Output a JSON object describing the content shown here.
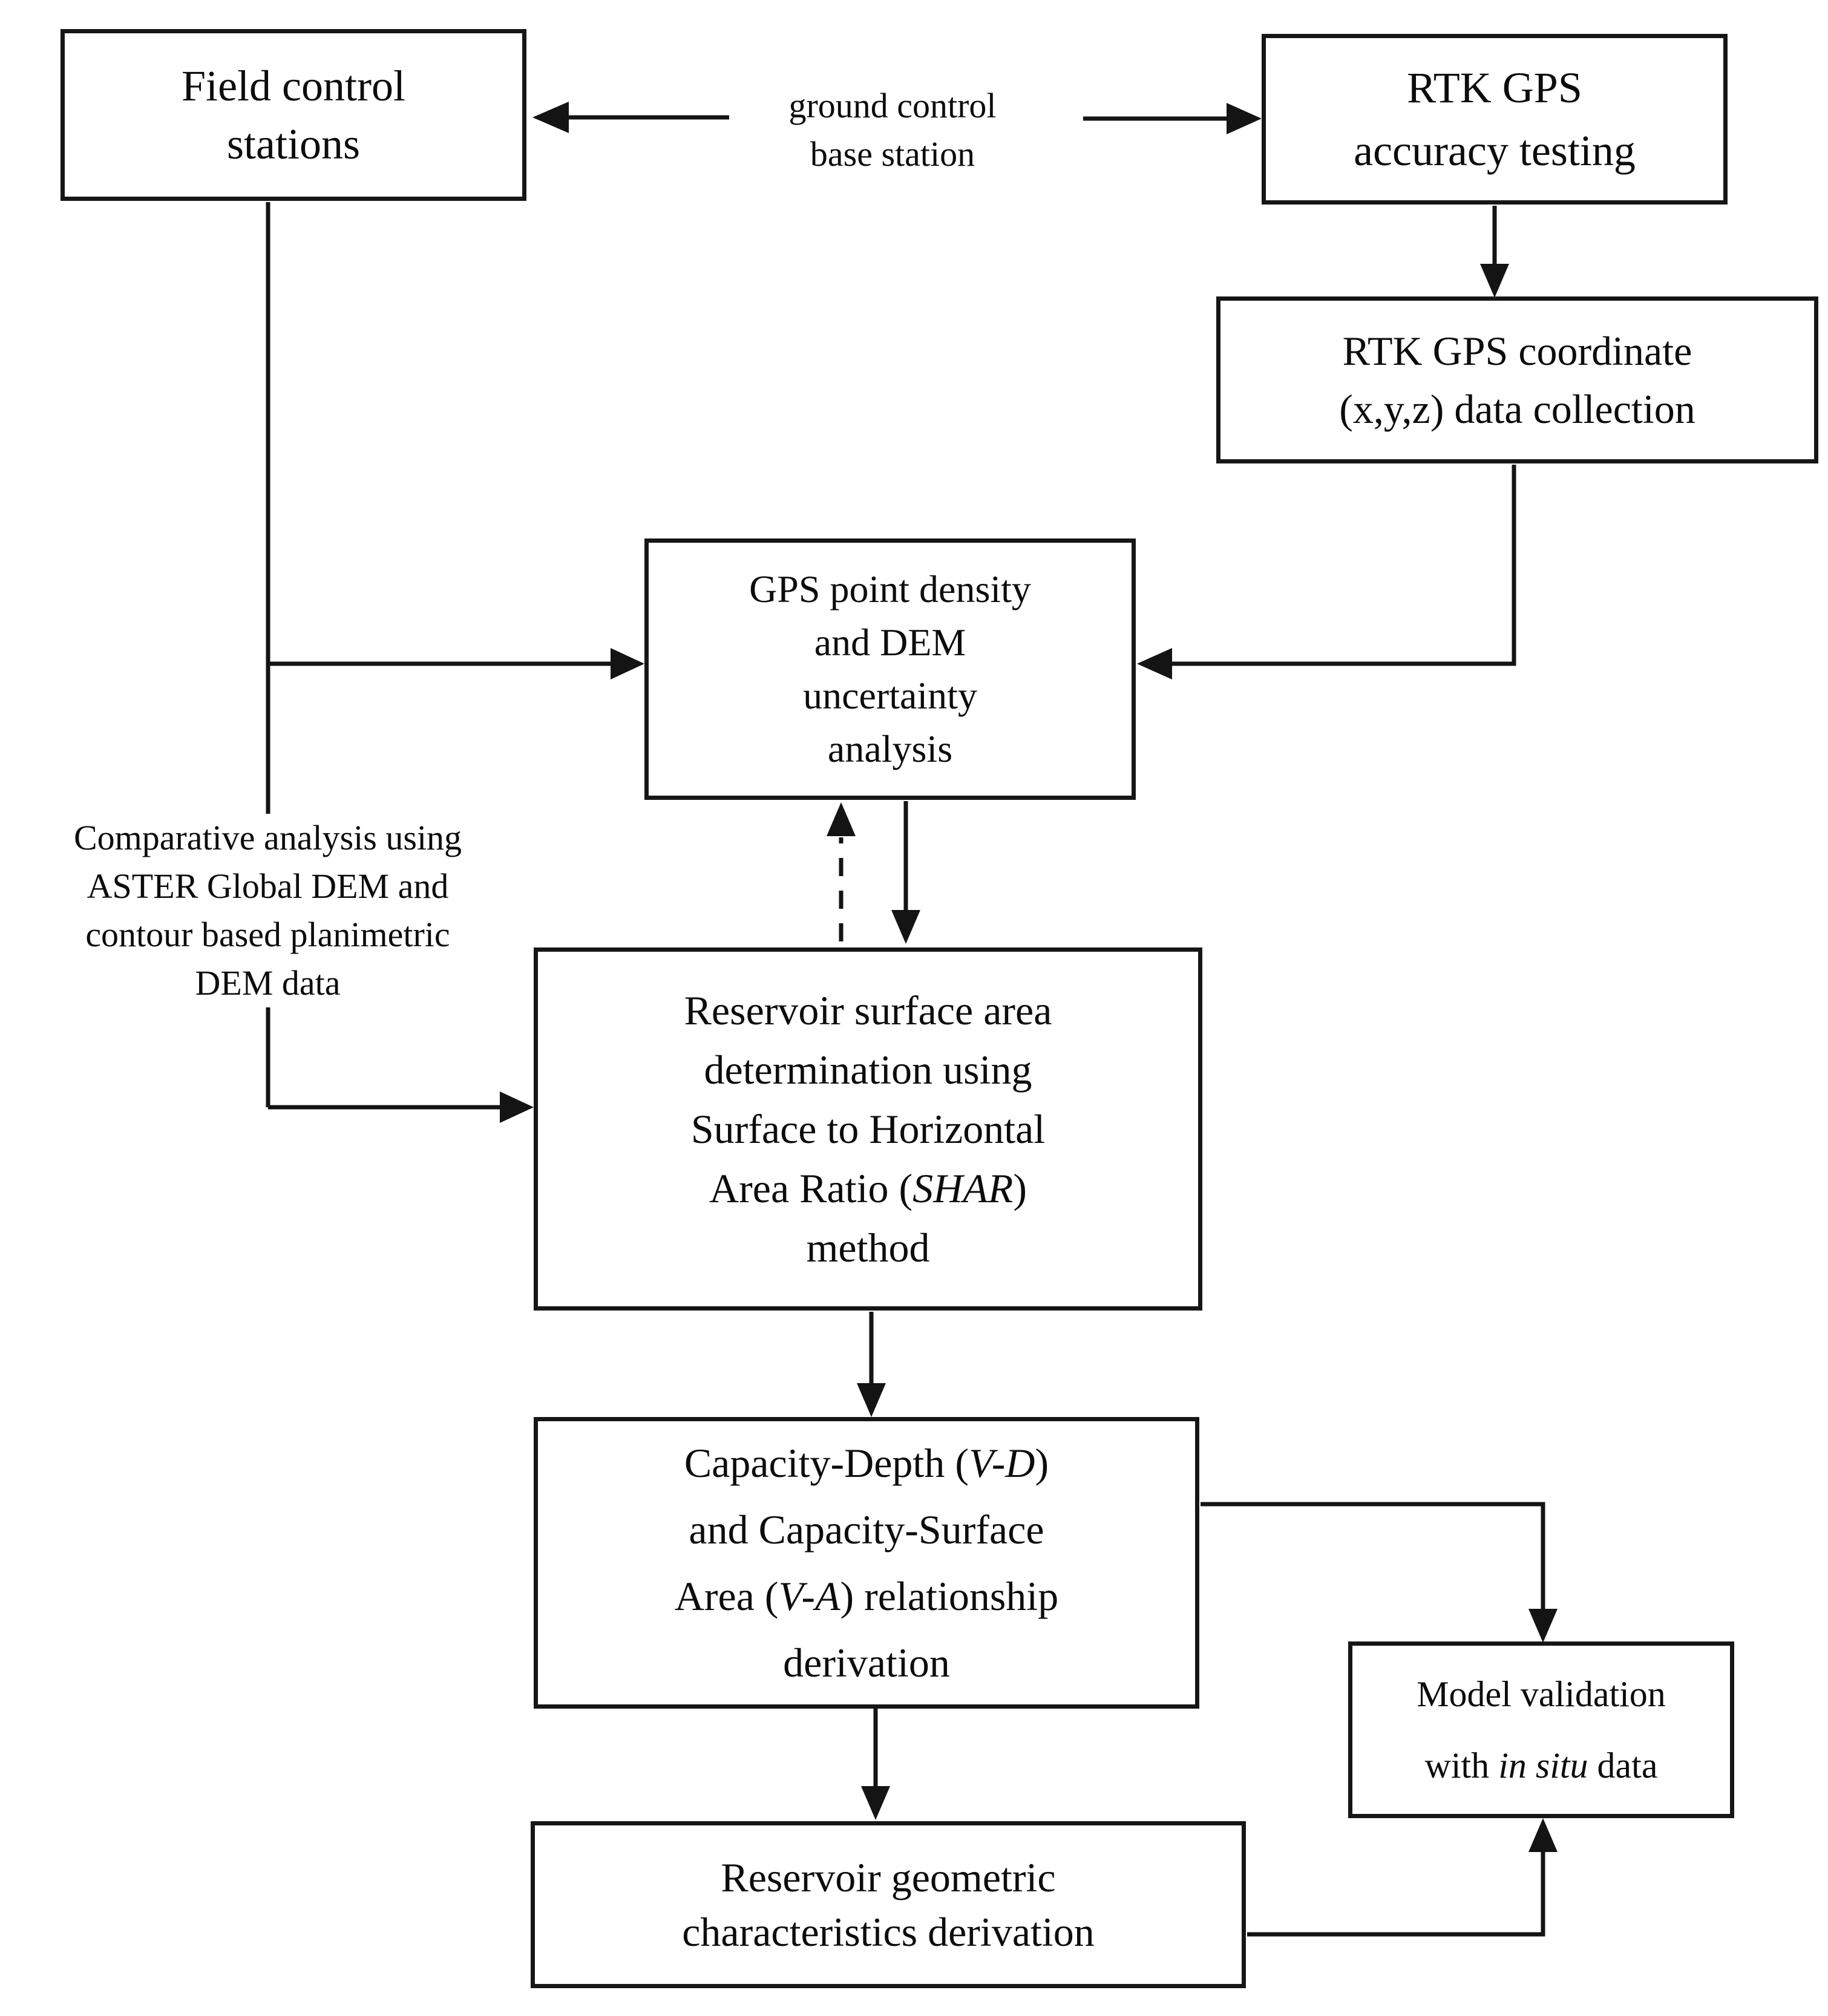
{
  "figure": {
    "type": "flowchart",
    "background_color": "#ffffff",
    "line_color": "#141414",
    "text_color": "#0c0c0c"
  },
  "nodes": {
    "field_control": {
      "lines": [
        [
          {
            "t": "Field control"
          }
        ],
        [
          {
            "t": "stations"
          }
        ]
      ]
    },
    "rtk_accuracy": {
      "lines": [
        [
          {
            "t": "RTK GPS"
          }
        ],
        [
          {
            "t": "accuracy testing"
          }
        ]
      ]
    },
    "rtk_coordinate": {
      "lines": [
        [
          {
            "t": "RTK GPS coordinate"
          }
        ],
        [
          {
            "t": "(x,y,z) data collection"
          }
        ]
      ]
    },
    "gps_density": {
      "lines": [
        [
          {
            "t": "GPS point density"
          }
        ],
        [
          {
            "t": "and DEM"
          }
        ],
        [
          {
            "t": "uncertainty"
          }
        ],
        [
          {
            "t": "analysis"
          }
        ]
      ]
    },
    "reservoir_surface": {
      "lines": [
        [
          {
            "t": "Reservoir surface area"
          }
        ],
        [
          {
            "t": "determination using"
          }
        ],
        [
          {
            "t": "Surface to Horizontal"
          }
        ],
        [
          {
            "t": "Area Ratio ("
          },
          {
            "t": "SHAR",
            "i": true
          },
          {
            "t": ")"
          }
        ],
        [
          {
            "t": "method"
          }
        ]
      ]
    },
    "capacity_relationship": {
      "lines": [
        [
          {
            "t": "Capacity-Depth ("
          },
          {
            "t": "V-D",
            "i": true
          },
          {
            "t": ")"
          }
        ],
        [
          {
            "t": "and Capacity-Surface"
          }
        ],
        [
          {
            "t": "Area ("
          },
          {
            "t": "V-A",
            "i": true
          },
          {
            "t": ") relationship"
          }
        ],
        [
          {
            "t": "derivation"
          }
        ]
      ]
    },
    "model_validation": {
      "lines": [
        [
          {
            "t": "Model validation"
          }
        ],
        [
          {
            "t": "with "
          },
          {
            "t": "in situ",
            "i": true
          },
          {
            "t": " data"
          }
        ]
      ]
    },
    "reservoir_geometric": {
      "lines": [
        [
          {
            "t": "Reservoir geometric"
          }
        ],
        [
          {
            "t": "characteristics derivation"
          }
        ]
      ]
    }
  },
  "floating_texts": {
    "ground_control": {
      "lines": [
        [
          {
            "t": "ground control"
          }
        ],
        [
          {
            "t": "base station"
          }
        ]
      ]
    },
    "comparative": {
      "lines": [
        [
          {
            "t": "Comparative analysis using"
          }
        ],
        [
          {
            "t": "ASTER Global DEM and"
          }
        ],
        [
          {
            "t": "contour based planimetric"
          }
        ],
        [
          {
            "t": "DEM data"
          }
        ]
      ]
    }
  },
  "edges": [
    {
      "from": "ground_control",
      "to": "field_control",
      "style": "solid"
    },
    {
      "from": "ground_control",
      "to": "rtk_accuracy",
      "style": "solid"
    },
    {
      "from": "rtk_accuracy",
      "to": "rtk_coordinate",
      "style": "solid"
    },
    {
      "from": "rtk_coordinate",
      "to": "gps_density",
      "style": "solid"
    },
    {
      "from": "field_control",
      "to": "gps_density",
      "style": "solid"
    },
    {
      "from": "field_control",
      "to": "reservoir_surface",
      "style": "solid"
    },
    {
      "from": "gps_density",
      "to": "reservoir_surface",
      "style": "solid"
    },
    {
      "from": "reservoir_surface",
      "to": "gps_density",
      "style": "dashed"
    },
    {
      "from": "reservoir_surface",
      "to": "capacity_relationship",
      "style": "solid"
    },
    {
      "from": "capacity_relationship",
      "to": "reservoir_geometric",
      "style": "solid"
    },
    {
      "from": "capacity_relationship",
      "to": "model_validation",
      "style": "solid"
    },
    {
      "from": "reservoir_geometric",
      "to": "model_validation",
      "style": "solid"
    }
  ]
}
